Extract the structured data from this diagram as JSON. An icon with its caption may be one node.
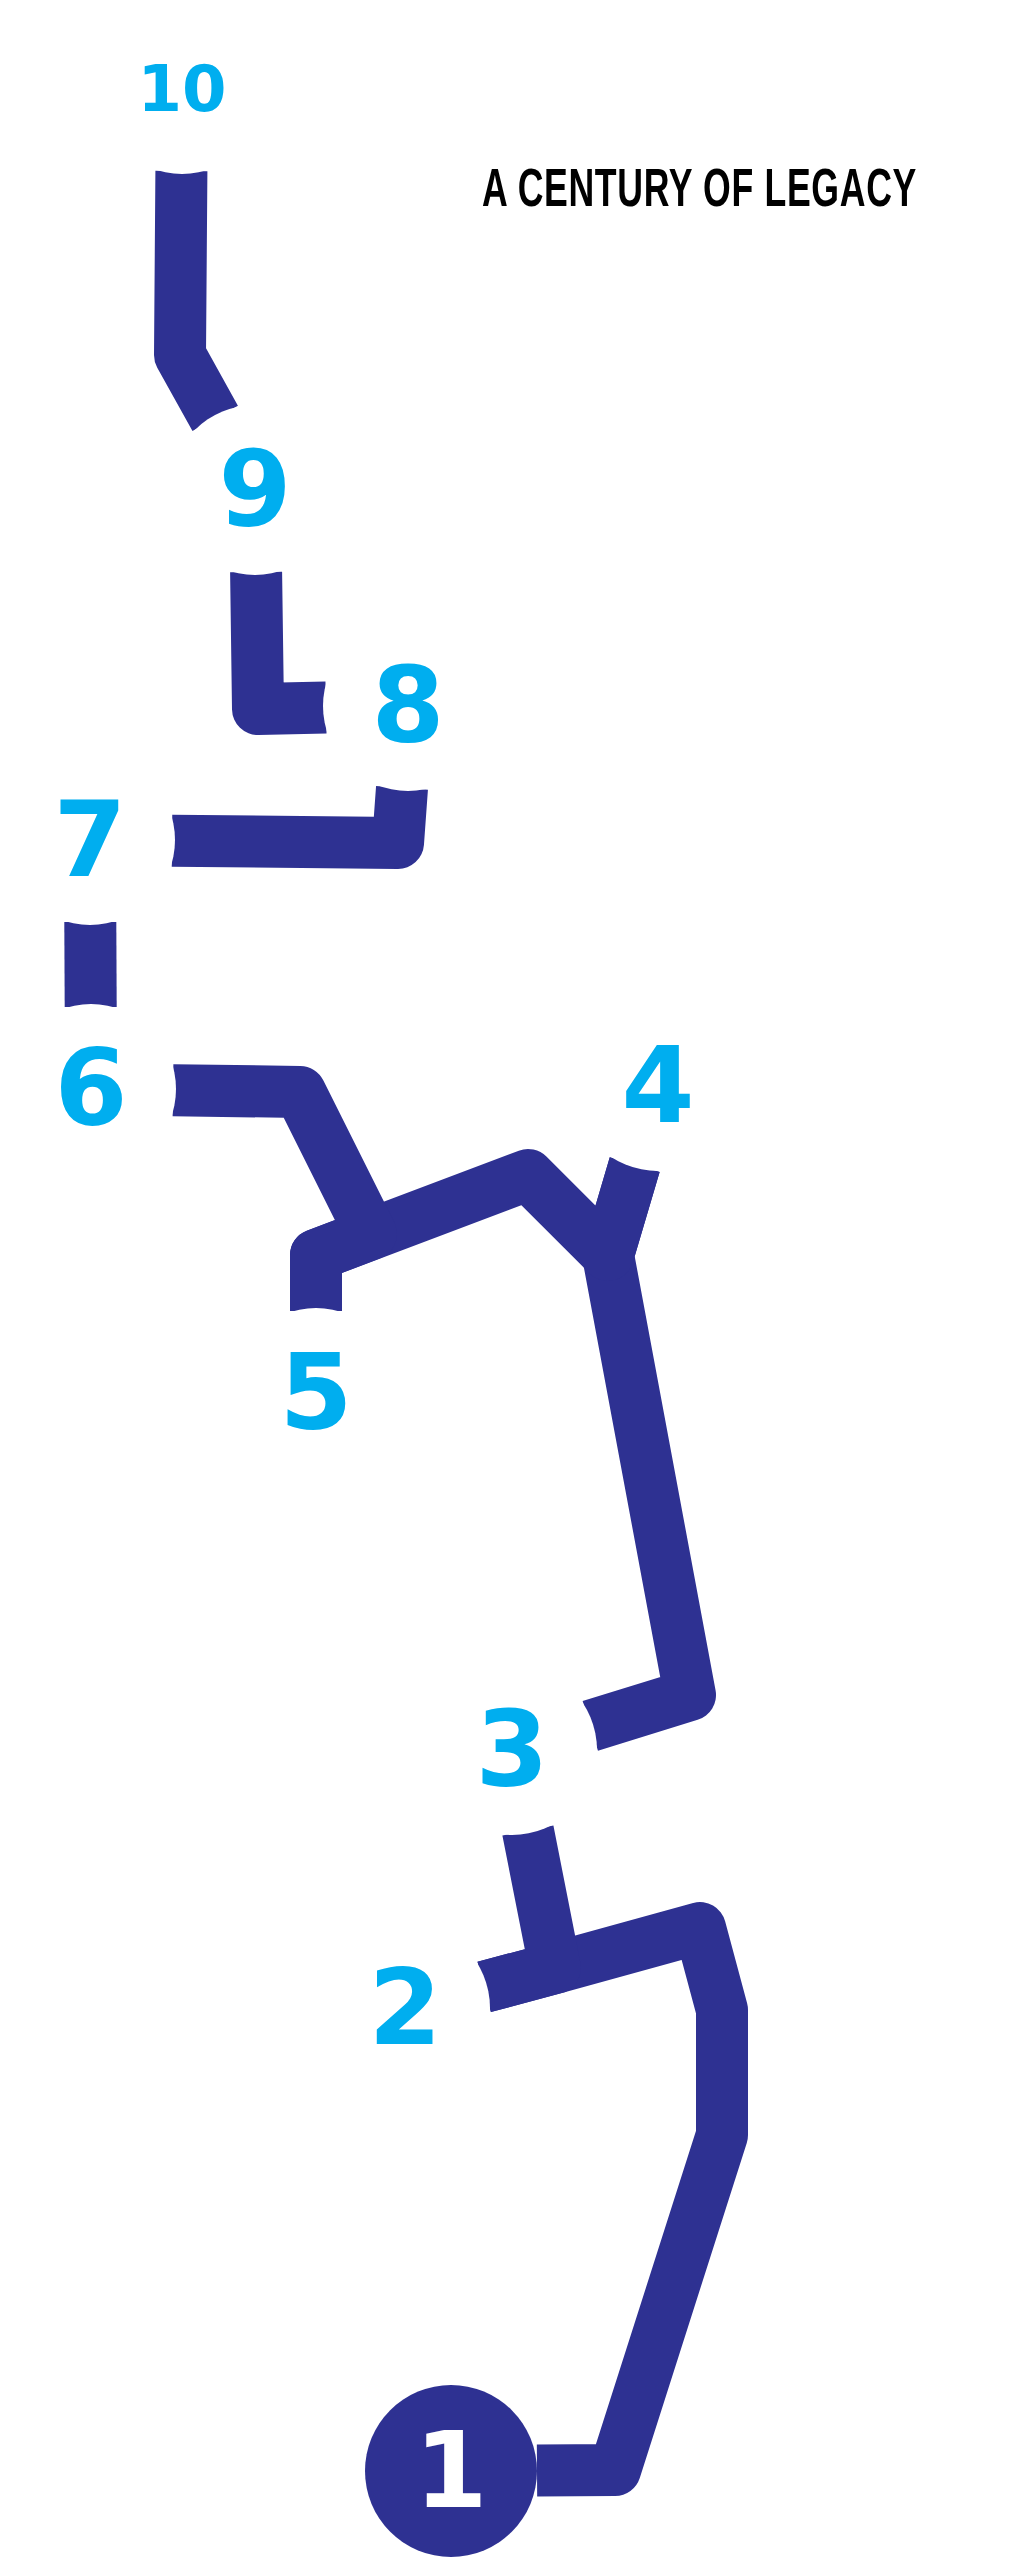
{
  "diagram": {
    "title": "A CENTURY OF LEGACY",
    "nodes": [
      {
        "text": [
          "1"
        ]
      },
      {
        "text": [
          "2"
        ]
      },
      {
        "text": [
          "3"
        ]
      },
      {
        "text": [
          "4"
        ]
      },
      {
        "text": [
          "5"
        ]
      },
      {
        "text": [
          "6"
        ]
      },
      {
        "text": [
          "7"
        ]
      },
      {
        "text": [
          "8"
        ]
      },
      {
        "text": [
          "9"
        ]
      },
      {
        "text": [
          "10"
        ]
      }
    ],
    "edges": [
      {
        "from": 0,
        "to": 1,
        "arrow": "none"
      },
      {
        "from": 1,
        "to": 2,
        "arrow": "none"
      },
      {
        "from": 2,
        "to": 3,
        "arrow": "none"
      },
      {
        "from": 3,
        "to": 4,
        "arrow": "none"
      },
      {
        "from": 4,
        "to": 5,
        "arrow": "none"
      },
      {
        "from": 5,
        "to": 6,
        "arrow": "none"
      },
      {
        "from": 6,
        "to": 7,
        "arrow": "none"
      },
      {
        "from": 7,
        "to": 8,
        "arrow": "none"
      },
      {
        "from": 8,
        "to": 9,
        "arrow": "none"
      }
    ]
  }
}
